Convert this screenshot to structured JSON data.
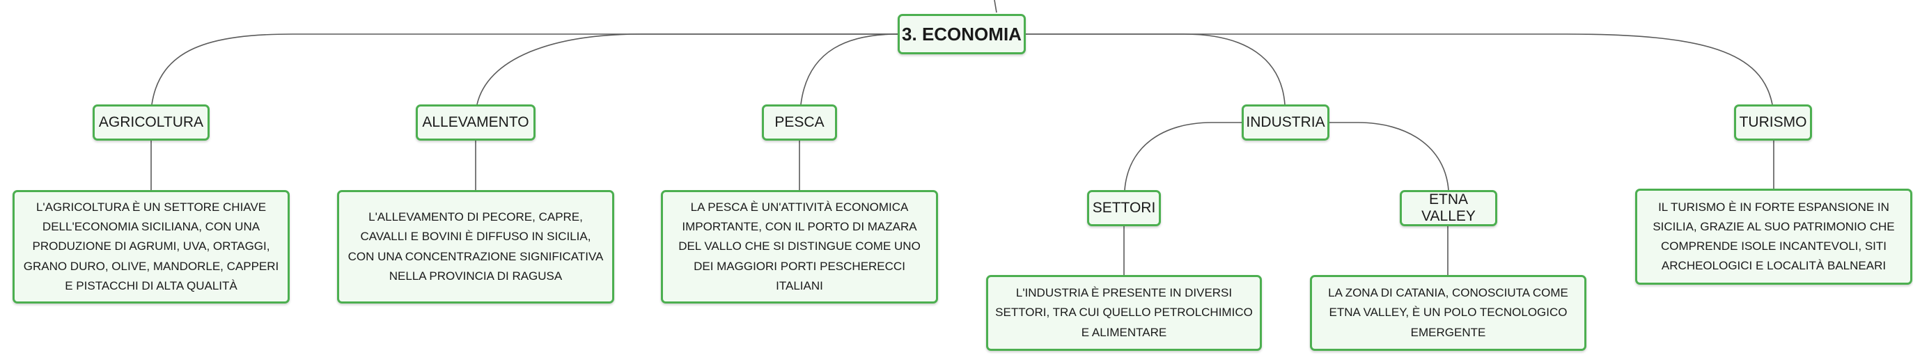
{
  "root": {
    "label": "3. ECONOMIA"
  },
  "branches": {
    "agricoltura": {
      "label": "AGRICOLTURA",
      "text": "L'AGRICOLTURA È UN SETTORE CHIAVE DELL'ECONOMIA SICILIANA, CON UNA PRODUZIONE DI AGRUMI, UVA, ORTAGGI, GRANO DURO, OLIVE, MANDORLE, CAPPERI E PISTACCHI DI ALTA QUALITÀ"
    },
    "allevamento": {
      "label": "ALLEVAMENTO",
      "text": "L'ALLEVAMENTO DI PECORE, CAPRE, CAVALLI E BOVINI È DIFFUSO IN SICILIA, CON UNA CONCENTRAZIONE SIGNIFICATIVA NELLA PROVINCIA DI RAGUSA"
    },
    "pesca": {
      "label": "PESCA",
      "text": "LA PESCA È UN'ATTIVITÀ ECONOMICA IMPORTANTE, CON IL PORTO DI MAZARA DEL VALLO CHE SI DISTINGUE COME UNO DEI MAGGIORI PORTI PESCHERECCI ITALIANI"
    },
    "industria": {
      "label": "INDUSTRIA",
      "settori": {
        "label": "SETTORI",
        "text": "L'INDUSTRIA È PRESENTE IN DIVERSI SETTORI, TRA CUI QUELLO PETROLCHIMICO E ALIMENTARE"
      },
      "etna_valley": {
        "label": "ETNA VALLEY",
        "text": "LA ZONA DI CATANIA, CONOSCIUTA COME ETNA VALLEY, È UN POLO TECNOLOGICO EMERGENTE"
      }
    },
    "turismo": {
      "label": "TURISMO",
      "text": "IL TURISMO È IN FORTE ESPANSIONE IN SICILIA, GRAZIE AL SUO PATRIMONIO CHE COMPRENDE ISOLE INCANTEVOLI, SITI ARCHEOLOGICI E LOCALITÀ BALNEARI"
    }
  },
  "colors": {
    "border": "#4caf50",
    "fill": "#f1faf1",
    "line": "#5a5a5a"
  }
}
